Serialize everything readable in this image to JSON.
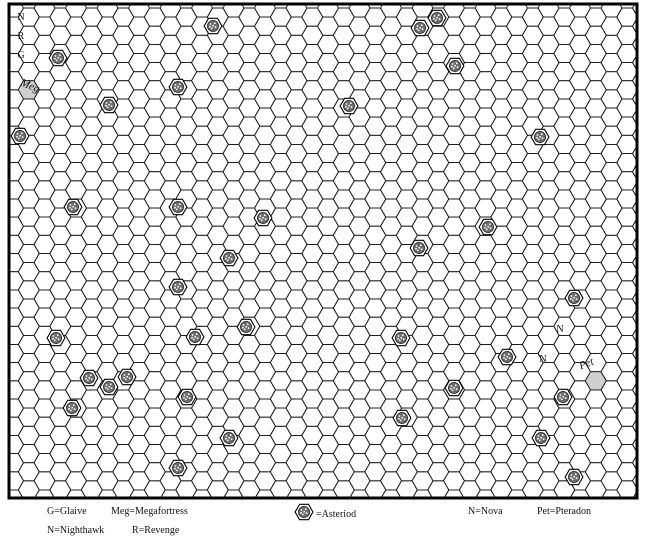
{
  "map": {
    "title": "",
    "colors": {
      "background": "#ffffff",
      "grid_line": "#1a1a1a",
      "border": "#000000",
      "shaded_hex": "#cfcfcf",
      "asteroid_fill": "#6d6d6d"
    }
  },
  "units": {
    "nova_1": "N",
    "revenge": "R",
    "glaive": "G",
    "megafortress": "Meg",
    "nova_2": "N",
    "nova_3": "N",
    "pteradon": "Pet"
  },
  "legend": {
    "glaive": "G=Glaive",
    "megafortress": "Meg=Megafortress",
    "asteroid": "=Asteriod",
    "nova": "N=Nova",
    "pteradon": "Pet=Pteradon",
    "nighthawk": "N=Nighthawk",
    "revenge": "R=Revenge"
  },
  "icons": {
    "asteroid": "asteroid-icon",
    "legend_asteroid": "asteroid-icon"
  }
}
